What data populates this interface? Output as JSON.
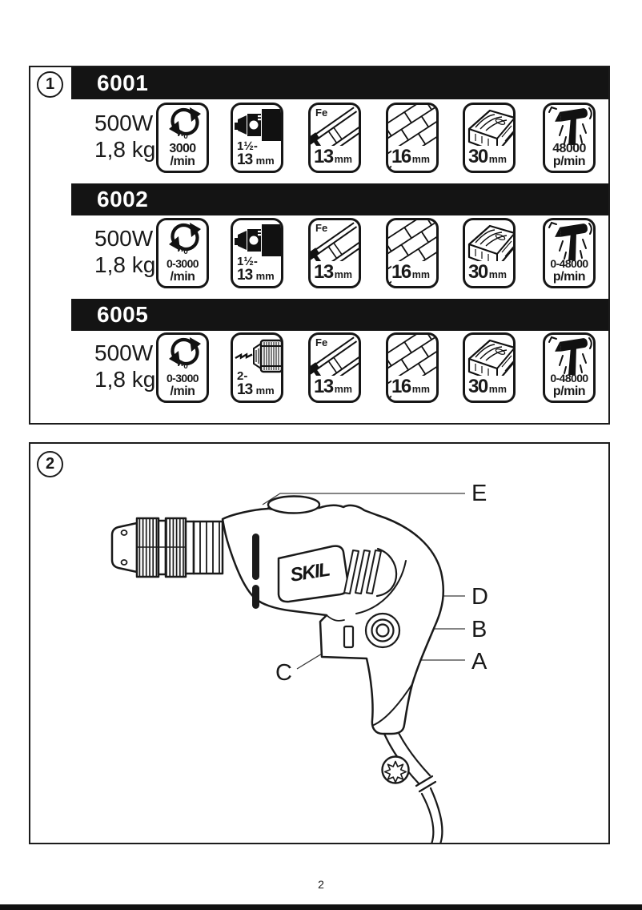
{
  "page": {
    "number": "2"
  },
  "figure1": {
    "figure_label": "1",
    "models": [
      {
        "model": "6001",
        "power": "500W",
        "weight": "1,8 kg",
        "speed": {
          "base": "n",
          "sub": "0",
          "value": "3000",
          "unit": "/min"
        },
        "chuck": {
          "style": "keyed",
          "line1": "1½-",
          "value": "13",
          "unit": "mm"
        },
        "steel": {
          "label": "Fe",
          "value": "13",
          "unit": "mm"
        },
        "masonry": {
          "value": "16",
          "unit": "mm"
        },
        "wood": {
          "value": "30",
          "unit": "mm"
        },
        "impact": {
          "value": "48000",
          "unit": "p/min"
        }
      },
      {
        "model": "6002",
        "power": "500W",
        "weight": "1,8 kg",
        "speed": {
          "base": "n",
          "sub": "0",
          "value": "0-3000",
          "unit": "/min"
        },
        "chuck": {
          "style": "keyed",
          "line1": "1½-",
          "value": "13",
          "unit": "mm"
        },
        "steel": {
          "label": "Fe",
          "value": "13",
          "unit": "mm"
        },
        "masonry": {
          "value": "16",
          "unit": "mm"
        },
        "wood": {
          "value": "30",
          "unit": "mm"
        },
        "impact": {
          "value": "0-48000",
          "unit": "p/min"
        }
      },
      {
        "model": "6005",
        "power": "500W",
        "weight": "1,8 kg",
        "speed": {
          "base": "n",
          "sub": "0",
          "value": "0-3000",
          "unit": "/min"
        },
        "chuck": {
          "style": "keyless",
          "line1": "2-",
          "value": "13",
          "unit": "mm"
        },
        "steel": {
          "label": "Fe",
          "value": "13",
          "unit": "mm"
        },
        "masonry": {
          "value": "16",
          "unit": "mm"
        },
        "wood": {
          "value": "30",
          "unit": "mm"
        },
        "impact": {
          "value": "0-48000",
          "unit": "p/min"
        }
      }
    ]
  },
  "figure2": {
    "figure_label": "2",
    "brand": "SKIL",
    "labels": {
      "A": "A",
      "B": "B",
      "C": "C",
      "D": "D",
      "E": "E"
    }
  }
}
